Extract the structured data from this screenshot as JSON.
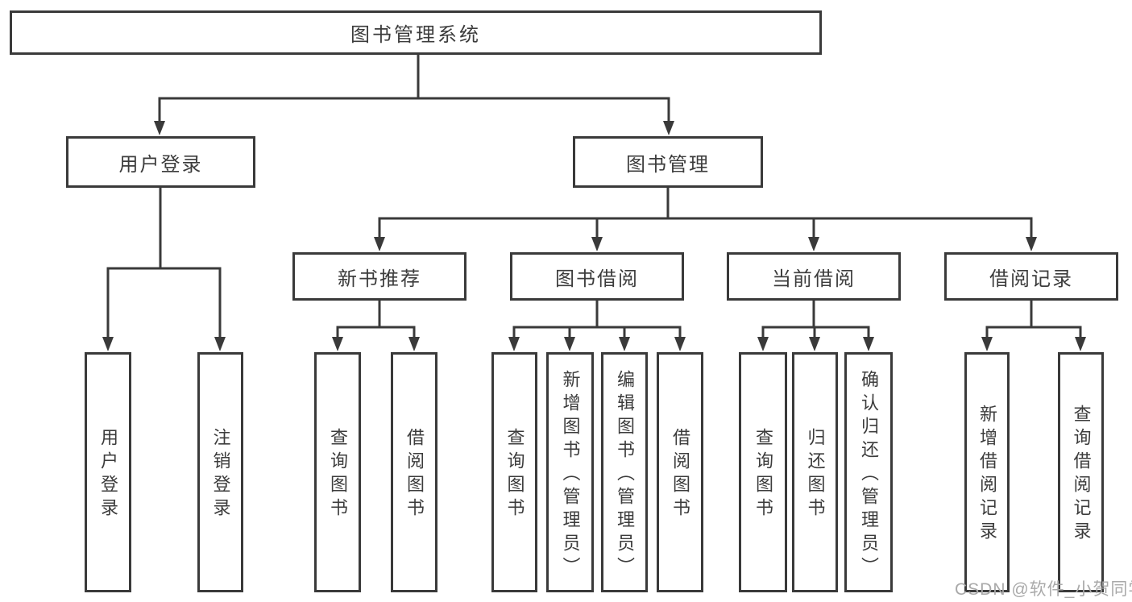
{
  "colors": {
    "line": "#3a3a3a",
    "text": "#3c3c3c",
    "background": "#ffffff",
    "watermark": "#a9a9a9"
  },
  "root": {
    "label": "图书管理系统"
  },
  "user_login": {
    "label": "用户登录",
    "children": [
      {
        "label": "用户登录"
      },
      {
        "label": "注销登录"
      }
    ]
  },
  "book_management": {
    "label": "图书管理",
    "sections": [
      {
        "label": "新书推荐",
        "children": [
          {
            "label": "查询图书"
          },
          {
            "label": "借阅图书"
          }
        ]
      },
      {
        "label": "图书借阅",
        "children": [
          {
            "label": "查询图书"
          },
          {
            "label": "新增图书（管理员）"
          },
          {
            "label": "编辑图书（管理员）"
          },
          {
            "label": "借阅图书"
          }
        ]
      },
      {
        "label": "当前借阅",
        "children": [
          {
            "label": "查询图书"
          },
          {
            "label": "归还图书"
          },
          {
            "label": "确认归还（管理员）"
          }
        ]
      },
      {
        "label": "借阅记录",
        "children": [
          {
            "label": "新增借阅记录"
          },
          {
            "label": "查询借阅记录"
          }
        ]
      }
    ]
  },
  "watermark": "CSDN @软件_小贺同学"
}
